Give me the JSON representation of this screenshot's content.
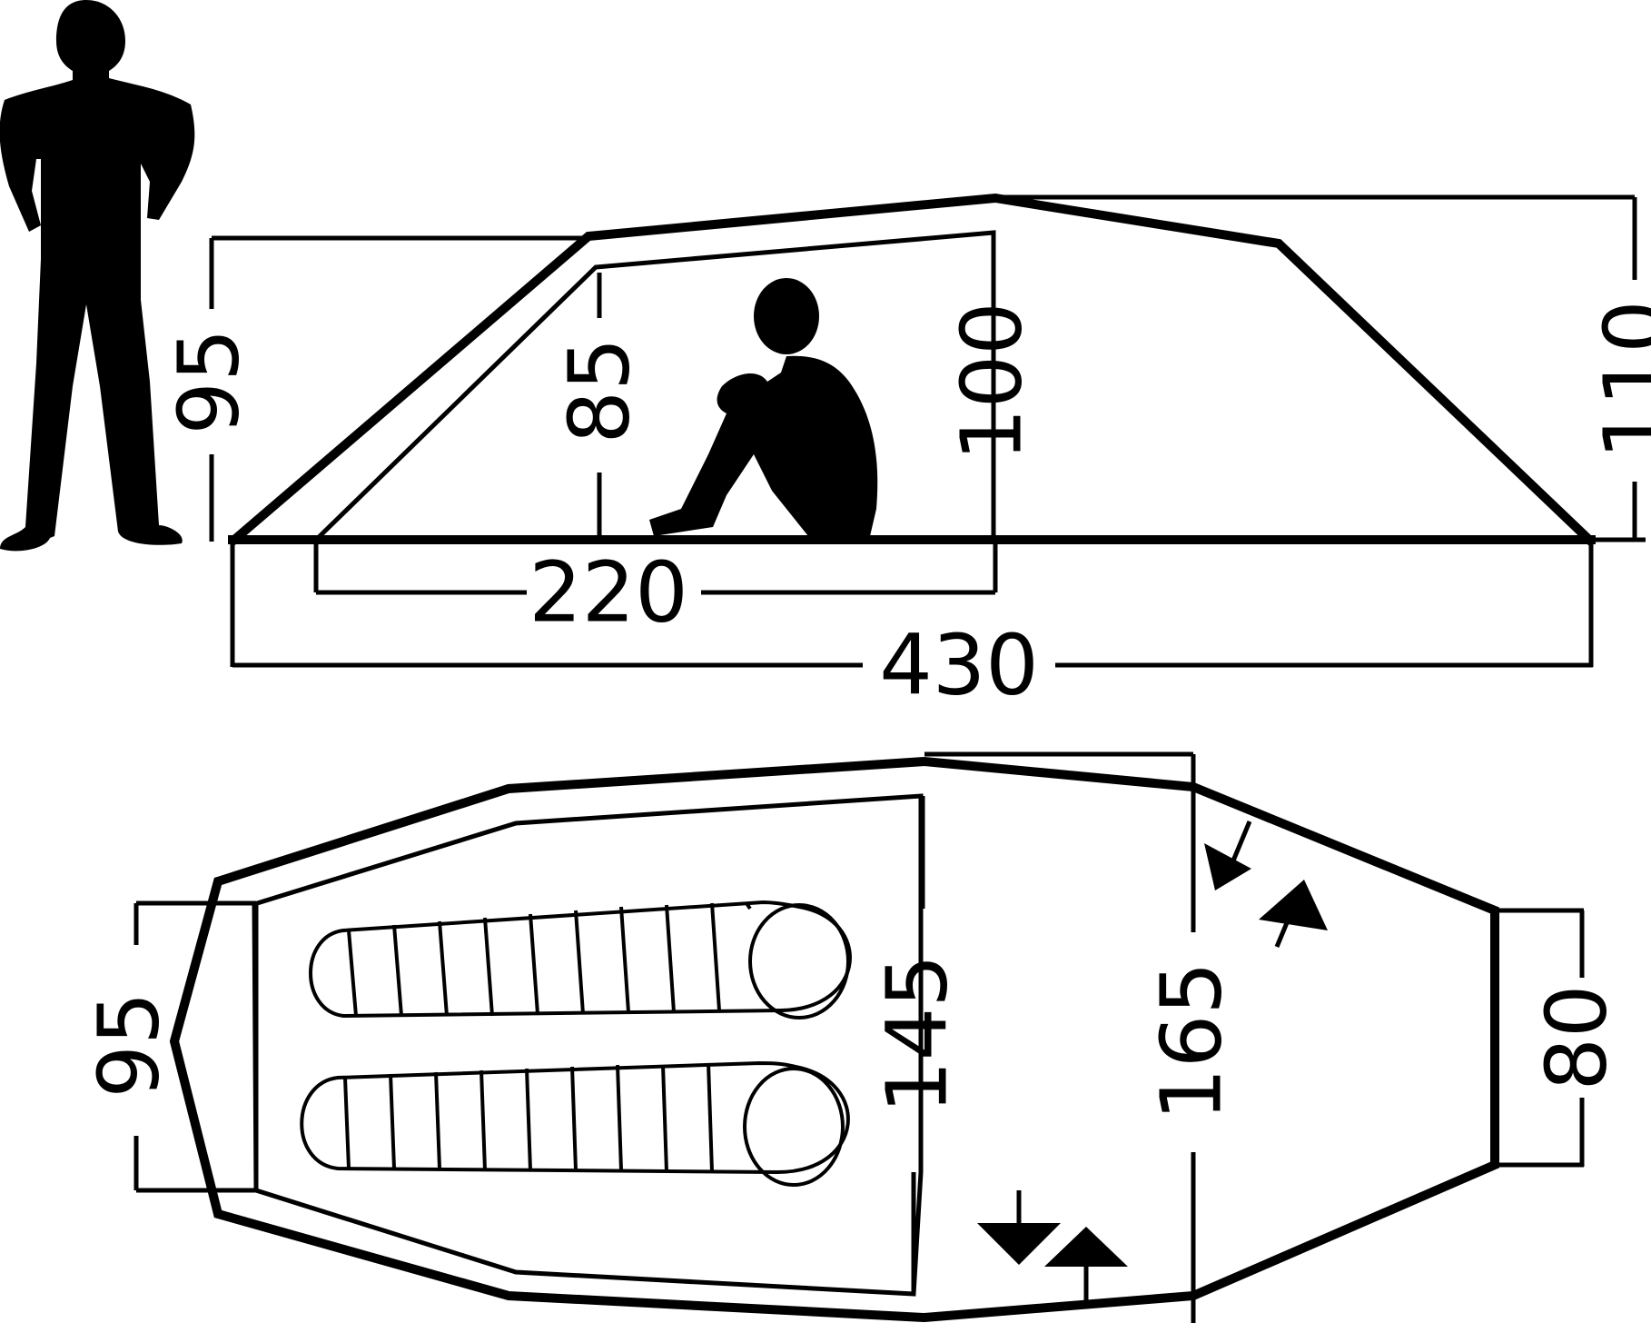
{
  "side_view": {
    "dims": {
      "front_height": "95",
      "inner_front_height": "85",
      "inner_peak_height": "100",
      "peak_height": "110",
      "inner_length": "220",
      "total_length": "430"
    }
  },
  "floor_plan": {
    "dims": {
      "front_width": "95",
      "inner_width": "145",
      "vestibule_width": "165",
      "rear_width": "80"
    }
  },
  "colors": {
    "line": "#000000",
    "background": "#ffffff"
  },
  "icons": [
    "standing-person-silhouette",
    "sitting-person-silhouette",
    "sleeping-bag",
    "door-entry-arrows"
  ]
}
